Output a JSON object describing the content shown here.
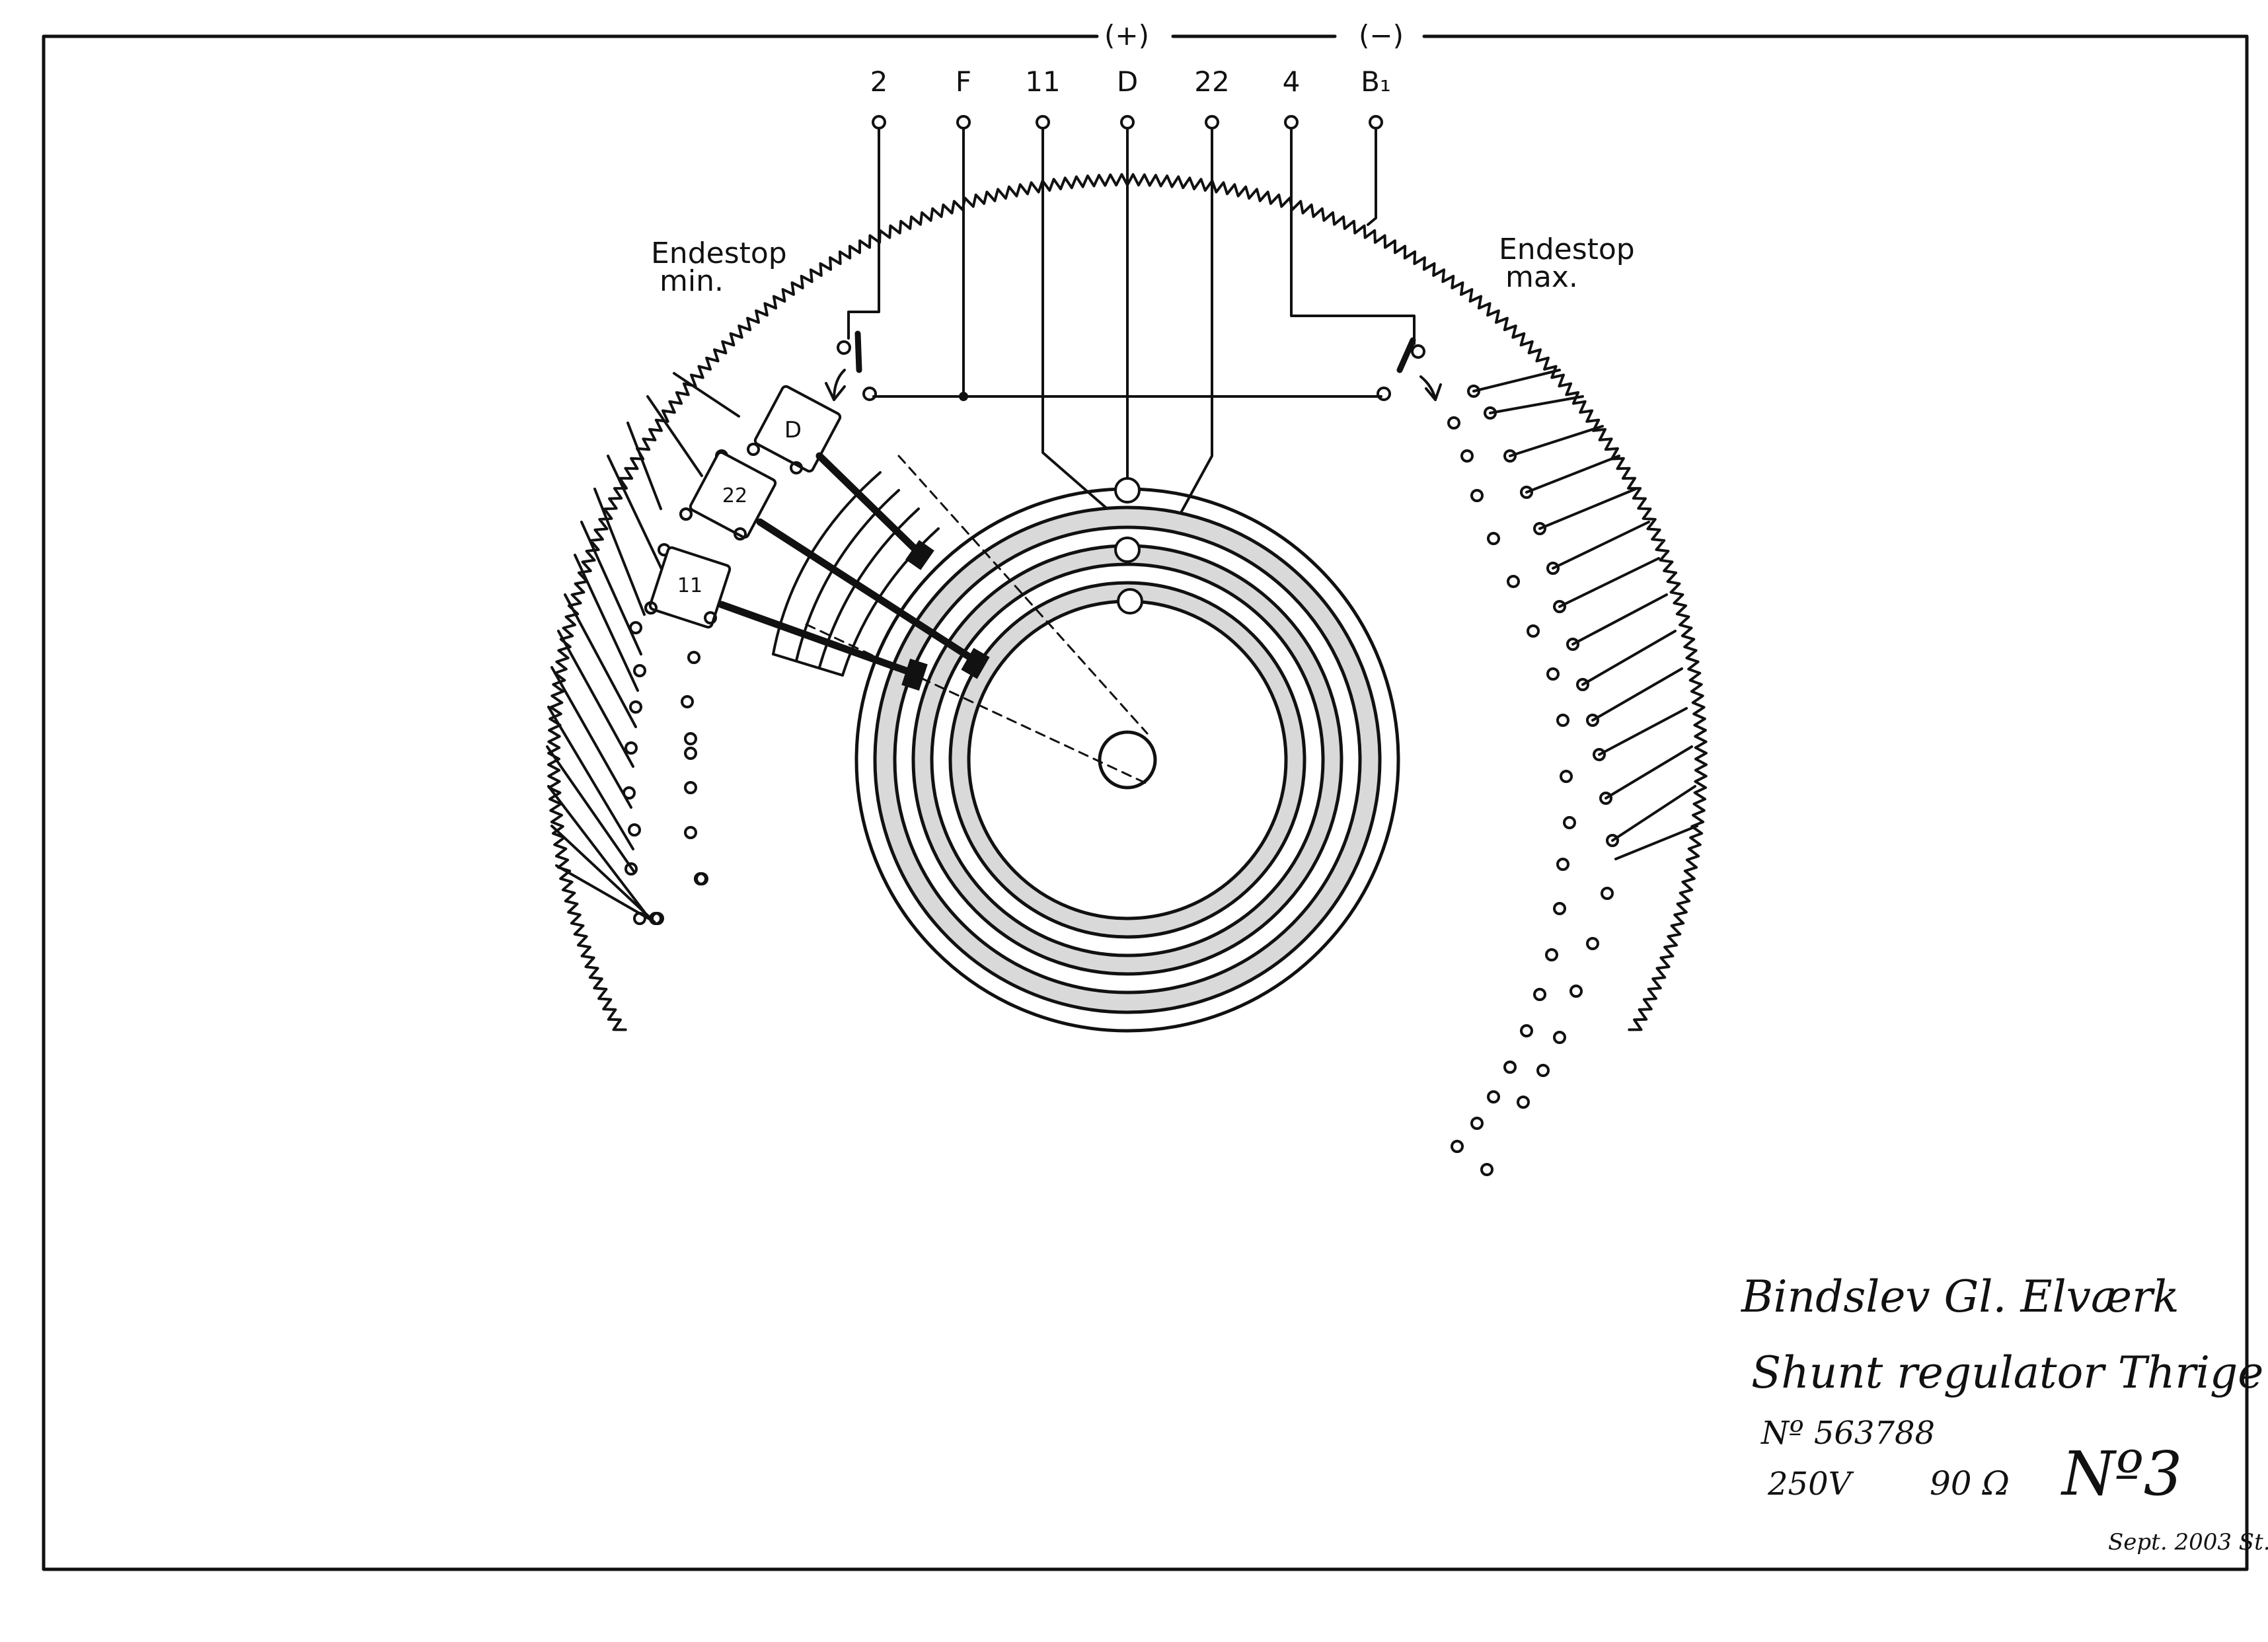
{
  "diagram": {
    "polarity": {
      "plus": "(+)",
      "minus": "(−)"
    },
    "terminals": [
      {
        "id": "2",
        "label": "2"
      },
      {
        "id": "F",
        "label": "F"
      },
      {
        "id": "11",
        "label": "11"
      },
      {
        "id": "D",
        "label": "D"
      },
      {
        "id": "22",
        "label": "22"
      },
      {
        "id": "4",
        "label": "4"
      },
      {
        "id": "B1",
        "label": "B₁"
      }
    ],
    "endstop_min": {
      "line1": "Endestop",
      "line2": "min."
    },
    "endstop_max": {
      "line1": "Endestop",
      "line2": "max."
    },
    "brushes": [
      {
        "id": "D",
        "label": "D"
      },
      {
        "id": "22",
        "label": "22"
      },
      {
        "id": "11",
        "label": "11"
      }
    ],
    "slip_rings": 3,
    "stroke_color": "#111111",
    "ring_fill_color": "#d9d9d9"
  },
  "title_block": {
    "line1": "Bindslev Gl. Elværk",
    "line2": "Shunt regulator Thrige",
    "line3": "Nº 563788",
    "voltage": "250V",
    "resistance": "90 Ω",
    "number": "Nº3",
    "date_signature": "Sept. 2003 St."
  }
}
